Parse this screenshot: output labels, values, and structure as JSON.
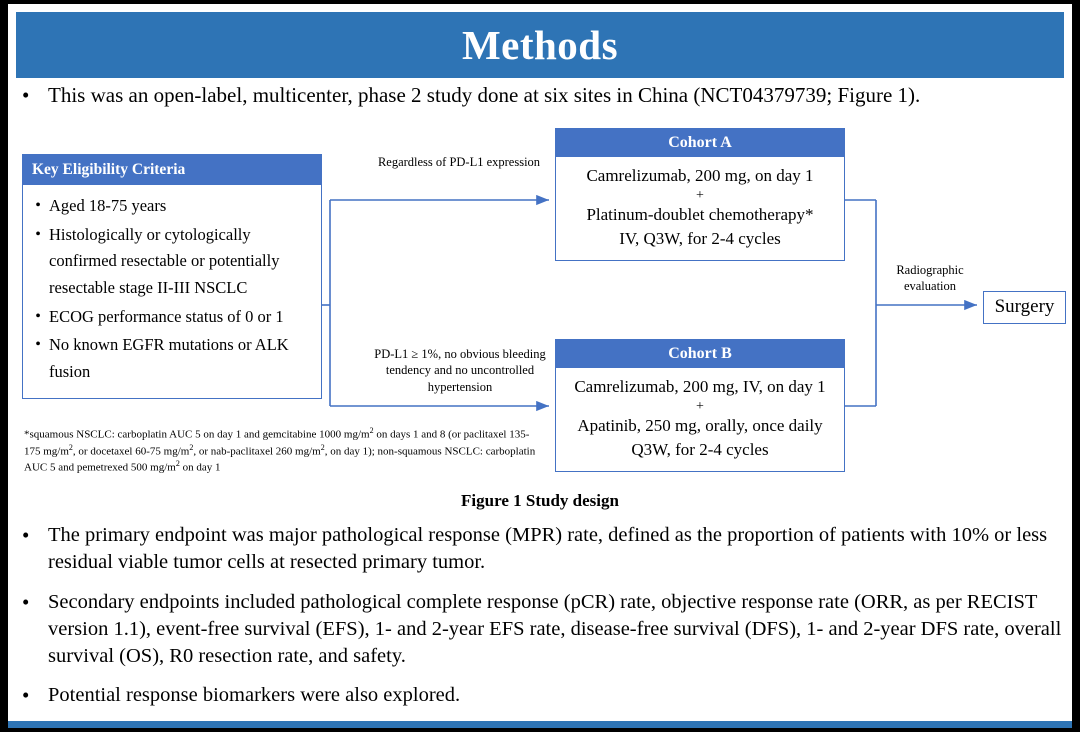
{
  "slide": {
    "title": "Methods",
    "accent_color": "#2E74B5",
    "box_color": "#4472C4"
  },
  "intro": {
    "bullet": "•",
    "text": "This was an open-label, multicenter, phase 2 study done at six sites in China (NCT04379739; Figure 1)."
  },
  "figure": {
    "caption": "Figure 1 Study design",
    "eligibility": {
      "header": "Key  Eligibility Criteria",
      "bullet": "•",
      "items": [
        "Aged 18-75 years",
        "Histologically or cytologically confirmed resectable or potentially resectable stage II-III  NSCLC",
        "ECOG performance status of 0 or 1",
        "No known EGFR mutations or ALK fusion"
      ]
    },
    "footnote": "*squamous NSCLC: carboplatin AUC 5 on day 1 and gemcitabine 1000 mg/m2 on days 1 and 8 (or paclitaxel 135-175 mg/m2, or docetaxel 60-75 mg/m2, or nab-paclitaxel 260 mg/m2, on day 1); non-squamous NSCLC: carboplatin AUC 5 and pemetrexed 500 mg/m2 on day 1",
    "connector_labels": {
      "to_cohort_a": "Regardless of PD-L1 expression",
      "to_cohort_b": "PD-L1 ≥ 1%, no obvious bleeding tendency and no uncontrolled hypertension",
      "to_surgery": "Radiographic evaluation"
    },
    "cohort_a": {
      "header": "Cohort A",
      "line1": "Camrelizumab, 200 mg, on day 1",
      "plus": "+",
      "line2": "Platinum-doublet chemotherapy*",
      "line3": "IV, Q3W, for 2-4 cycles"
    },
    "cohort_b": {
      "header": "Cohort B",
      "line1": "Camrelizumab, 200 mg, IV, on day 1",
      "plus": "+",
      "line2": "Apatinib, 250 mg, orally, once daily",
      "line3": "Q3W, for 2-4 cycles"
    },
    "surgery": {
      "label": "Surgery"
    }
  },
  "endpoints": {
    "bullet": "•",
    "items": [
      "The primary endpoint was major pathological response (MPR) rate, defined as the proportion of patients with 10% or less residual viable tumor cells at resected primary tumor.",
      "Secondary endpoints included pathological complete response (pCR) rate, objective response rate (ORR, as per RECIST version 1.1), event-free survival (EFS), 1- and 2-year EFS rate, disease-free survival (DFS), 1- and 2-year DFS rate, overall survival (OS), R0 resection rate, and safety.",
      "Potential response biomarkers were also explored."
    ]
  }
}
